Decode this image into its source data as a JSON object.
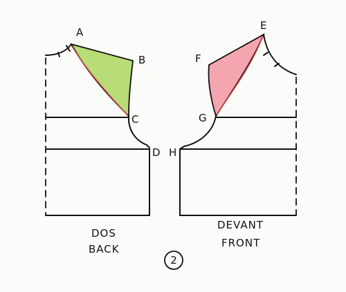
{
  "points": {
    "a": "A",
    "b": "B",
    "c": "C",
    "d": "D",
    "e": "E",
    "f": "F",
    "g": "G",
    "h": "H"
  },
  "captions": {
    "back_fr": "DOS",
    "back_en": "BACK",
    "front_fr": "DEVANT",
    "front_en": "FRONT"
  },
  "step_number": "2",
  "colors": {
    "back_fill": "#b8dc78",
    "front_fill": "#f4a5b0",
    "ink": "#111111",
    "trace": "#e05050"
  }
}
